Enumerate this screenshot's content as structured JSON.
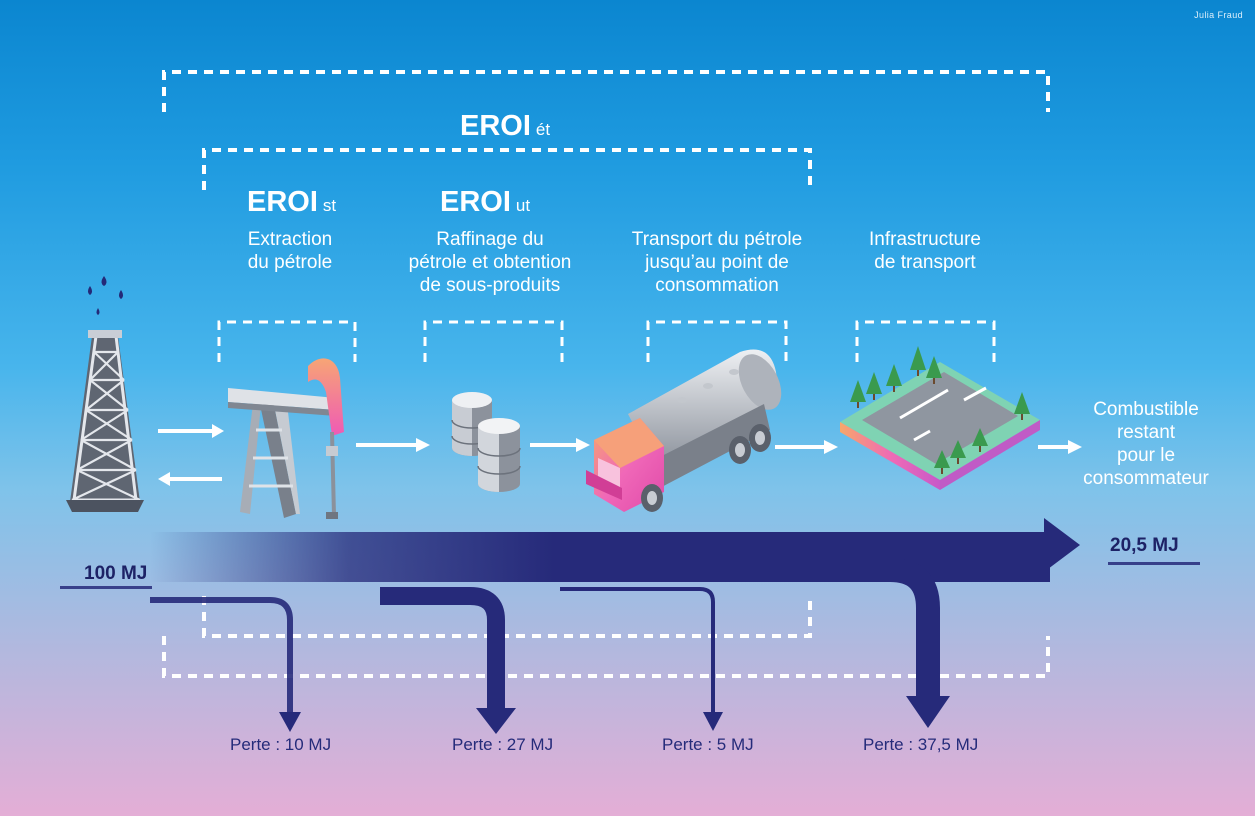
{
  "credit": "Julia Fraud",
  "eroi_labels": [
    {
      "main": "EROI",
      "sub": "ét"
    },
    {
      "main": "EROI",
      "sub": "st"
    },
    {
      "main": "EROI",
      "sub": "ut"
    }
  ],
  "stages": [
    {
      "line1": "Extraction",
      "line2": "du pétrole",
      "line3": ""
    },
    {
      "line1": "Raffinage du",
      "line2": "pétrole et obtention",
      "line3": "de sous-produits"
    },
    {
      "line1": "Transport du pétrole",
      "line2": "jusqu’au point de",
      "line3": "consommation"
    },
    {
      "line1": "Infrastructure",
      "line2": "de transport",
      "line3": ""
    }
  ],
  "final": {
    "line1": "Combustible",
    "line2": "restant",
    "line3": "pour le",
    "line4": "consommateur"
  },
  "energy": {
    "input": "100 MJ",
    "output": "20,5 MJ"
  },
  "losses": [
    {
      "label": "Perte : 10 MJ",
      "value_mj": 10
    },
    {
      "label": "Perte : 27 MJ",
      "value_mj": 27
    },
    {
      "label": "Perte : 5 MJ",
      "value_mj": 5
    },
    {
      "label": "Perte : 37,5 MJ",
      "value_mj": 37.5
    }
  ],
  "colors": {
    "flow": "#262a7a",
    "dashes": "#ffffff",
    "accent_pink": "#f06bb4",
    "metal": "#6d7480"
  },
  "icons": [
    "oil-derrick-icon",
    "pump-jack-icon",
    "oil-barrels-icon",
    "tanker-truck-icon",
    "road-infrastructure-icon"
  ]
}
